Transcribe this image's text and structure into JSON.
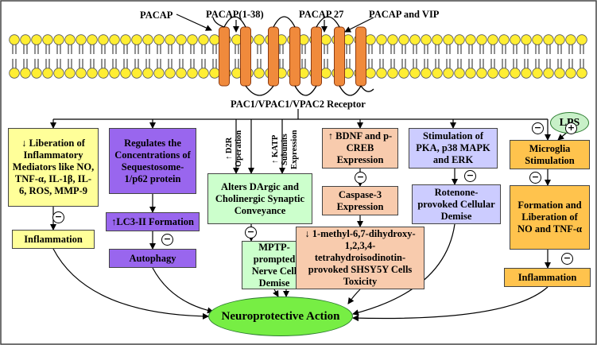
{
  "colors": {
    "frame": "#444444",
    "lipid_head": "#ffee33",
    "receptor": "#f08a3c",
    "yellow_box": "#ffff99",
    "purple_box": "#9966ee",
    "green_box": "#ccffcc",
    "peach_box": "#f8cbad",
    "lavender_box": "#ccccff",
    "orange_box": "#ffc34d",
    "lps_fill": "#c8f0c8",
    "neuro_fill": "#77ee44"
  },
  "labels": {
    "pacap": "PACAP",
    "pacap_1_38": "PACAP(1-38)",
    "pacap_27": "PACAP 27",
    "pacap_vip": "PACAP and VIP",
    "receptor": "PAC1/VPAC1/VPAC2 Receptor",
    "lps": "LPS",
    "d2r_line1": "↑ D2R",
    "d2r_line2": "Operation",
    "katp_line1": "↑ KATP",
    "katp_line2": "Subunits",
    "katp_line3": "Expression"
  },
  "boxes": {
    "liberation": "↓ Liberation of Inflammatory Mediators like NO, TNF-α, IL-1β, IL-6, ROS, MMP-9",
    "inflammation_left": "Inflammation",
    "regulates": "Regulates the Concentrations of Sequestosome-1/p62 protein",
    "lc3": "↑LC3-II Formation",
    "autophagy": "Autophagy",
    "alters": "Alters DArgic and Cholinergic Synaptic Conveyance",
    "mptp": "MPTP-prompted Nerve Cell Demise",
    "bdnf": "↑ BDNF and p-CREB Expression",
    "caspase": "Caspase-3 Expression",
    "toxicity": "↓ 1-methyl-6,7-dihydroxy-1,2,3,4-tetrahydroisodinotin-provoked SHSY5Y Cells Toxicity",
    "stimulation_pka": "Stimulation of PKA, p38 MAPK and ERK",
    "rotenone": "Rotenone-provoked Cellular Demise",
    "microglia": "Microglia Stimulation",
    "formation_no": "Formation and Liberation of NO and TNF-α",
    "inflammation_right": "Inflammation",
    "neuroprotective": "Neuroprotective Action"
  },
  "symbols": {
    "minus": "−",
    "plus": "+"
  }
}
